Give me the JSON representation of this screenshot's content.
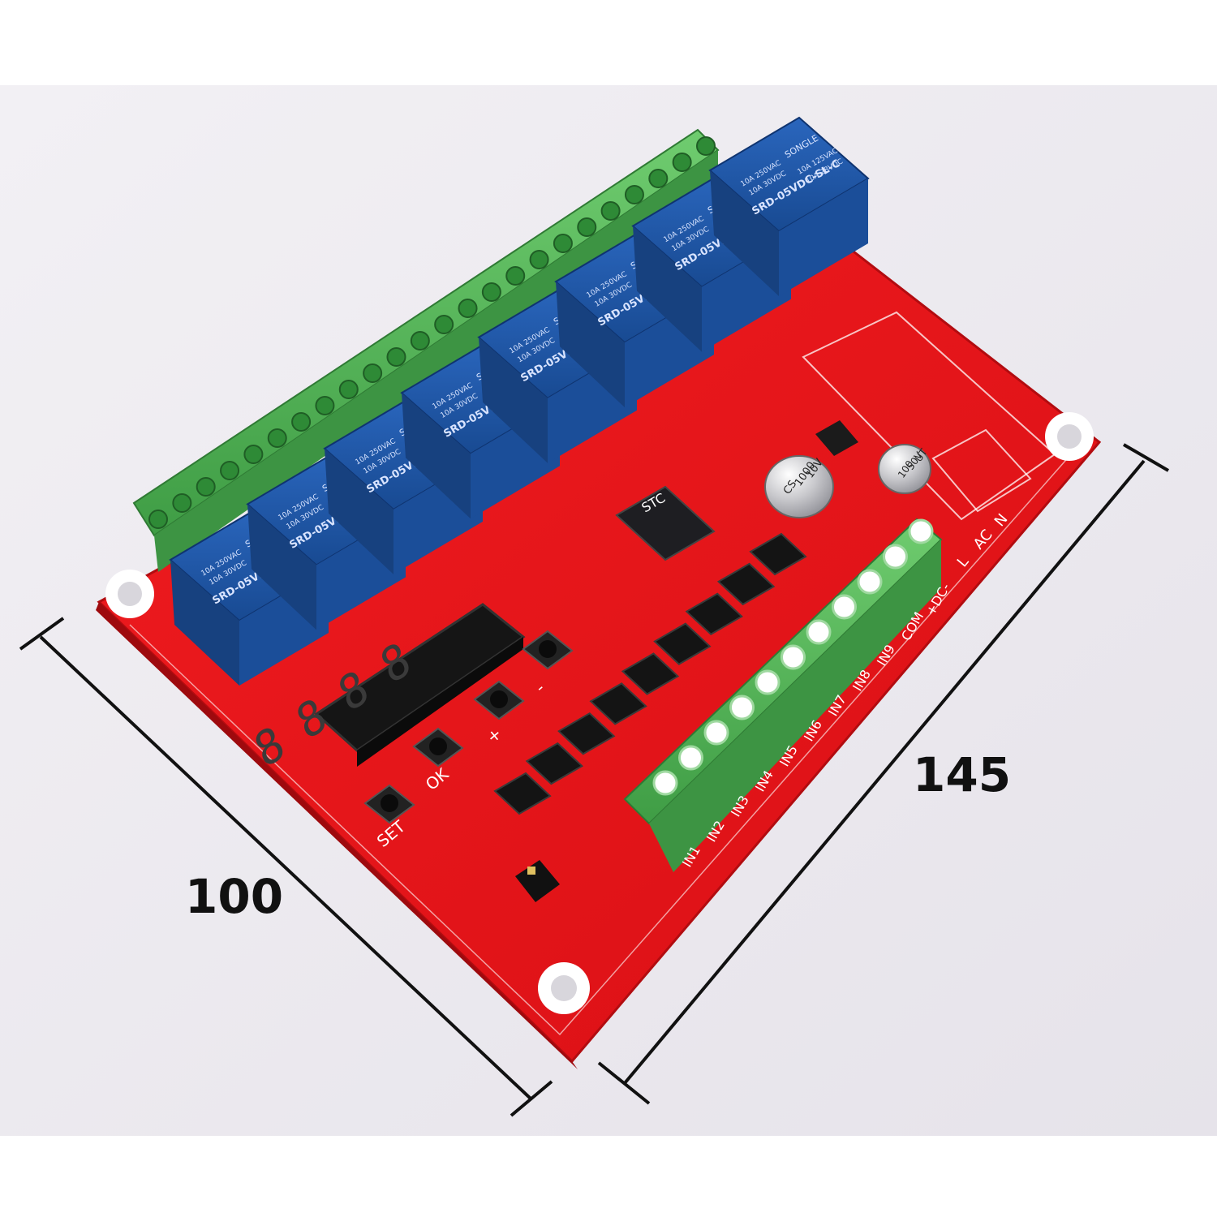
{
  "dimensions": {
    "width_label": "100",
    "length_label": "145"
  },
  "relays": {
    "count": 8,
    "brand": "SONGLE",
    "model": "SRD-05VDC-SL-C",
    "rating_line_1": "10A 250VAC",
    "rating_line_2": "10A 30VDC",
    "rating_line_3": "10A 125VAC",
    "rating_line_4": "10A 28VDC"
  },
  "microcontroller": {
    "brand": "STC"
  },
  "capacitors": [
    {
      "value": "1000",
      "voltage": "10V",
      "series": "CS"
    },
    {
      "value": "100",
      "voltage": "50V",
      "series": "UT"
    }
  ],
  "buttons": [
    {
      "label": "SET"
    },
    {
      "label": "OK"
    },
    {
      "label": "+"
    },
    {
      "label": "-"
    }
  ],
  "input_terminals": [
    "IN1",
    "IN2",
    "IN3",
    "IN4",
    "IN5",
    "IN6",
    "IN7",
    "IN8",
    "IN9",
    "COM",
    "+DC-"
  ],
  "power_labels": {
    "ac_l": "L",
    "ac": "AC",
    "ac_n": "N"
  },
  "colors": {
    "pcb": "#e8141a",
    "relay": "#1f57a8",
    "terminal": "#56b85a",
    "display": "#1a1a1a",
    "background": "#ece9ef"
  }
}
